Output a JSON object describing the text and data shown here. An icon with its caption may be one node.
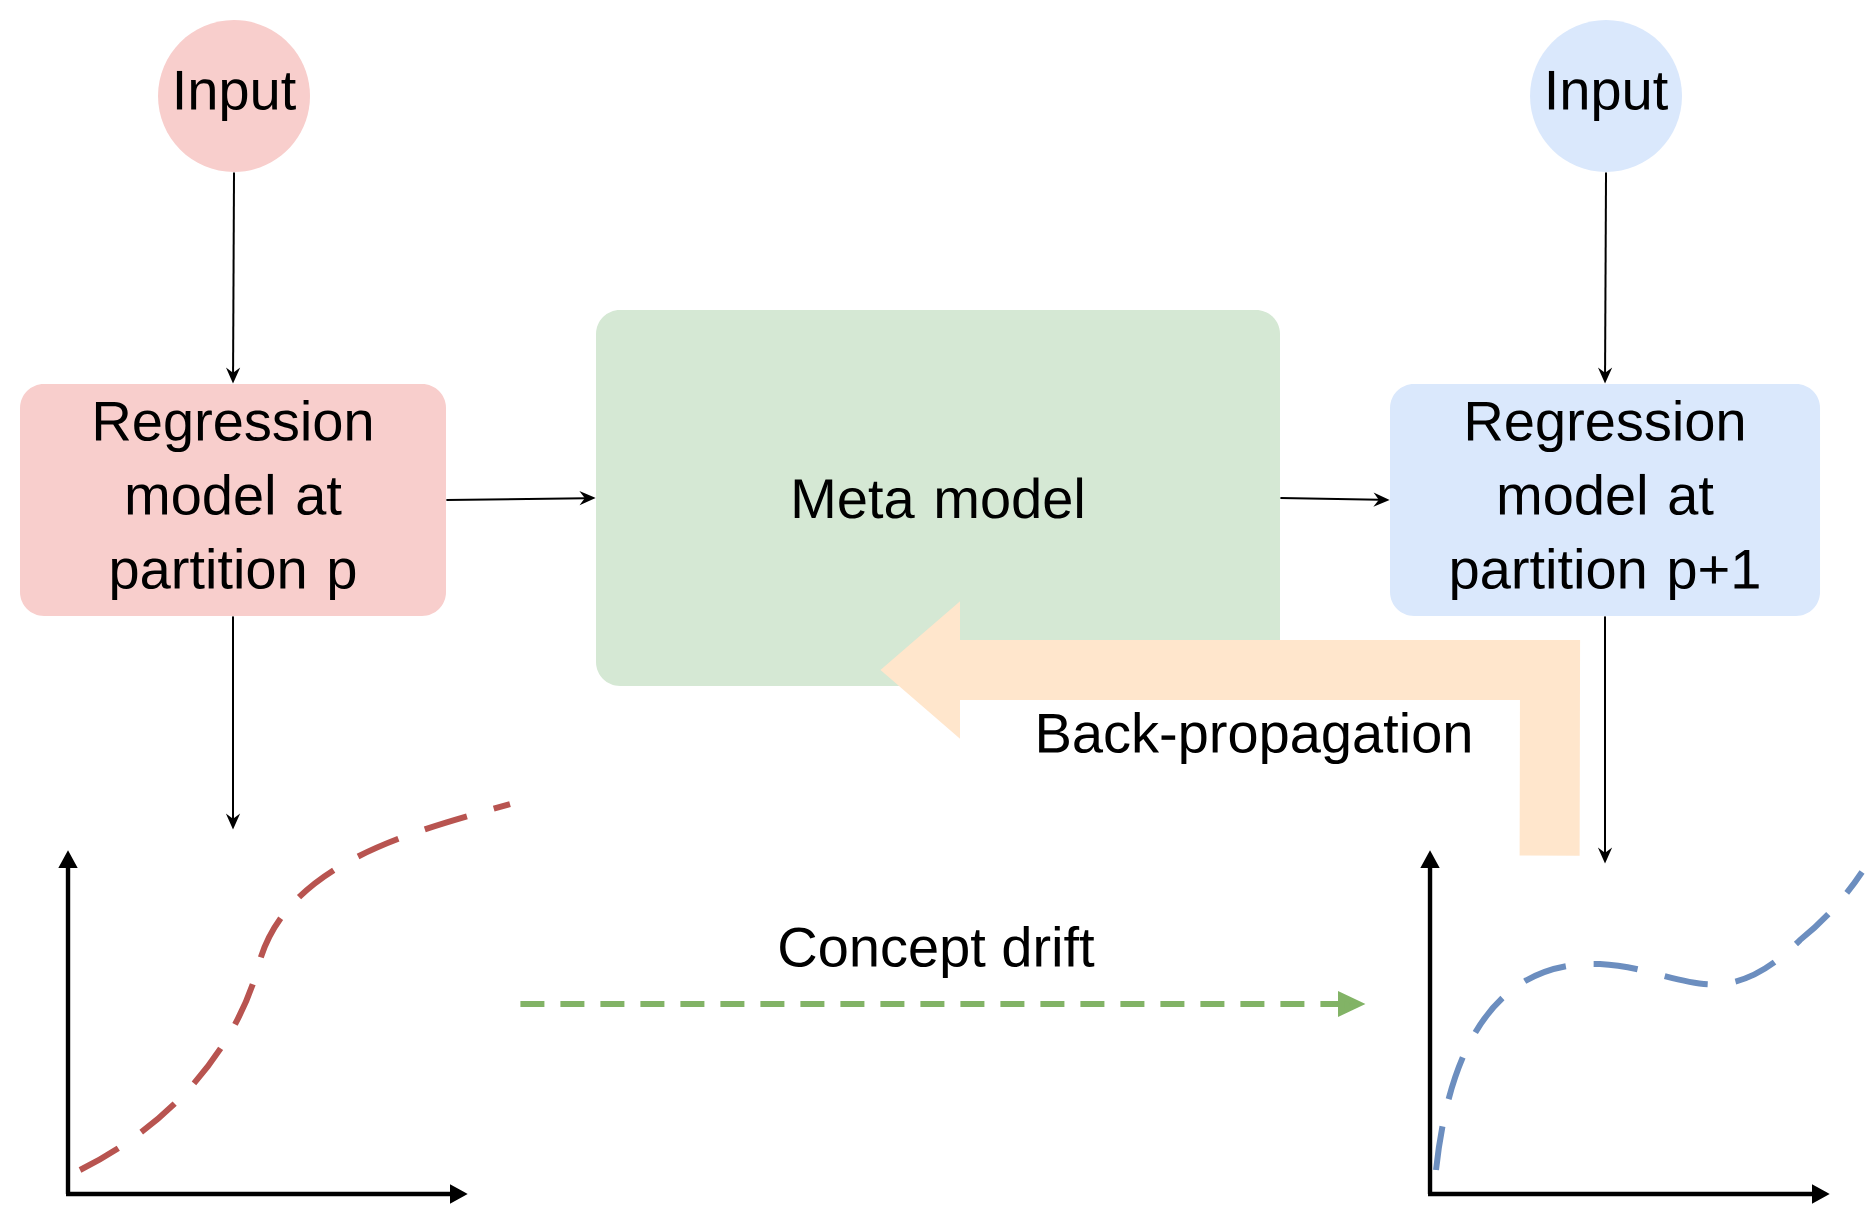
{
  "diagram": {
    "nodes": [
      {
        "text": [
          "Input"
        ]
      },
      {
        "text": [
          "Regression model at partition p"
        ]
      },
      {
        "text": [
          "Meta model"
        ]
      },
      {
        "text": [
          "Input"
        ]
      },
      {
        "text": [
          "Regression model at partition p+1"
        ]
      },
      {
        "text": [],
        "shape": "picture"
      },
      {
        "text": [],
        "shape": "picture"
      }
    ],
    "edges": [
      {
        "from": 0,
        "to": 1,
        "arrow": "to"
      },
      {
        "from": 1,
        "to": 2,
        "arrow": "to"
      },
      {
        "from": 2,
        "to": 4,
        "arrow": "to"
      },
      {
        "from": 3,
        "to": 4,
        "arrow": "to"
      },
      {
        "from": 1,
        "to": 5,
        "arrow": "to"
      },
      {
        "from": 4,
        "to": 6,
        "arrow": "to"
      },
      {
        "from": 5,
        "to": 6,
        "arrow": "to",
        "label": "Concept drift",
        "style": "dashed",
        "color": "#82b366"
      },
      {
        "from": 6,
        "to": 2,
        "arrow": "to",
        "label": "Back-propagation",
        "style": "thick",
        "color": "#ffe6cc"
      }
    ]
  }
}
